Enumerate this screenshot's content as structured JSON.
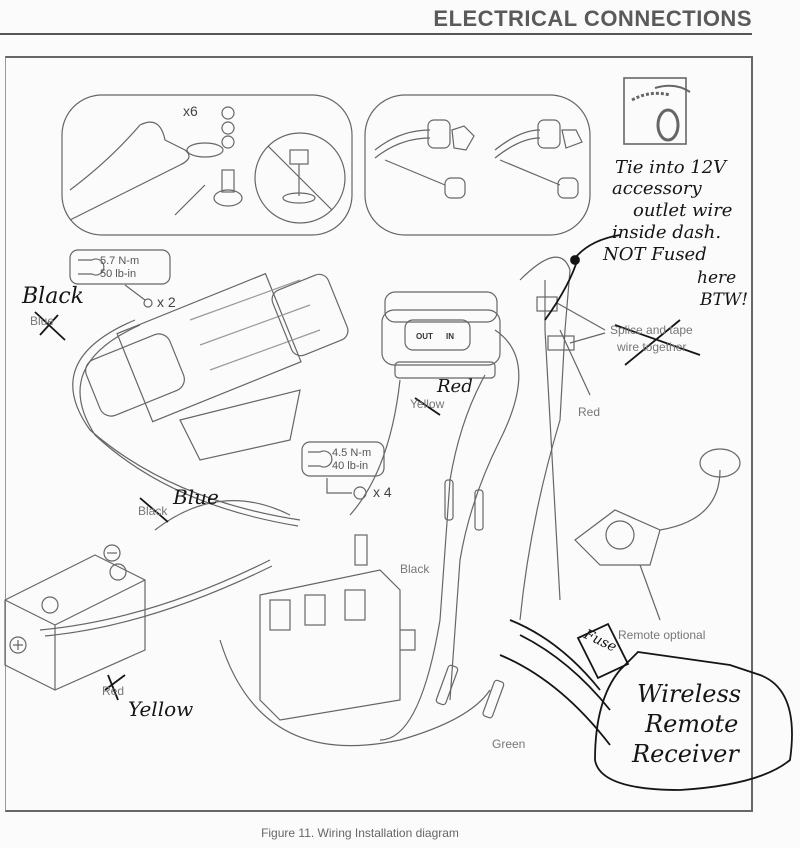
{
  "header": {
    "title": "ELECTRICAL CONNECTIONS"
  },
  "caption": "Figure 11. Wiring Installation diagram",
  "insets": {
    "terminal": {
      "quantity": "x6"
    },
    "switch_installation": {},
    "winding_icon": {}
  },
  "torque_specs": [
    {
      "id": "motor",
      "metric": "5.7 N-m",
      "imperial": "50 lb-in",
      "quantity": "x 2"
    },
    {
      "id": "contactor",
      "metric": "4.5 N-m",
      "imperial": "40 lb-in",
      "quantity": "x 4"
    }
  ],
  "switch": {
    "out_label": "OUT",
    "in_label": "IN"
  },
  "printed_labels": {
    "blue_motor": "Blue",
    "yellow": "Yellow",
    "black_battery": "Black",
    "black_contactor": "Black",
    "red_battery": "Red",
    "red_splice": "Red",
    "green": "Green",
    "splice_line1": "Splice and tape",
    "splice_line2": "wire together",
    "remote_optional": "Remote optional"
  },
  "handwritten": {
    "black": "Black",
    "red": "Red",
    "blue": "Blue",
    "yellow": "Yellow",
    "fuse": "Fuse",
    "note_lines": [
      "Tie into 12V",
      "accessory",
      "outlet wire",
      "inside dash.",
      "NOT Fused",
      "here",
      "BTW!"
    ],
    "receiver_lines": [
      "Wireless",
      "Remote",
      "Receiver"
    ]
  },
  "colors": {
    "ink": "#151515",
    "print": "#777777",
    "line": "#666666"
  }
}
